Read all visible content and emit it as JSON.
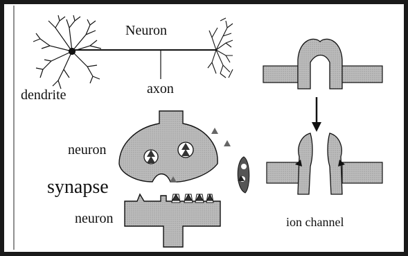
{
  "labels": {
    "neuron_title": "Neuron",
    "dendrite": "dendrite",
    "axon": "axon",
    "neuron_upper": "neuron",
    "synapse": "synapse",
    "neuron_lower": "neuron",
    "ion_channel": "ion channel"
  },
  "icons": [
    "neuron-cell-icon",
    "axon-terminal-icon",
    "synapse-icon",
    "vesicle-icon",
    "neurotransmitter-icon",
    "ion-channel-icon",
    "arrow-down-icon"
  ],
  "colors": {
    "frame": "#1a1a1a",
    "fill_gray": "#b5b5b5",
    "stroke": "#111111",
    "dark": "#333333",
    "background": "#ffffff"
  }
}
